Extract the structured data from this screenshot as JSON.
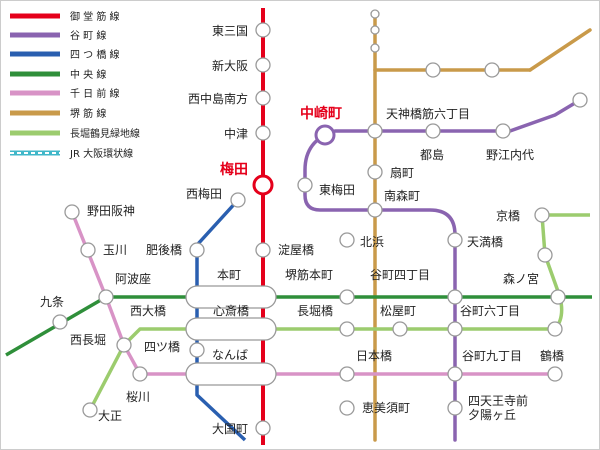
{
  "legend": [
    {
      "key": "midosuji",
      "label": "御 堂 筋 線",
      "color": "#e5001b"
    },
    {
      "key": "tanimachi",
      "label": "谷 町 線",
      "color": "#8a64b0"
    },
    {
      "key": "yotsubashi",
      "label": "四 つ 橋 線",
      "color": "#2a5fb0"
    },
    {
      "key": "chuo",
      "label": "中 央 線",
      "color": "#2f8f3a"
    },
    {
      "key": "sennichimae",
      "label": "千 日 前 線",
      "color": "#d893c6"
    },
    {
      "key": "sakaisuji",
      "label": "堺 筋 線",
      "color": "#c99a4a"
    },
    {
      "key": "nagahori",
      "label": "長堀鶴見緑地線",
      "color": "#9ccc6e"
    },
    {
      "key": "jr",
      "label": "JR 大阪環状線",
      "color": "#40b7c9"
    }
  ],
  "stations": {
    "higashimikuni": "東三国",
    "shinosaka": "新大阪",
    "nishinakajima": "西中島南方",
    "nakatsu": "中津",
    "umeda": "梅田",
    "nishiumeda": "西梅田",
    "higobashi": "肥後橋",
    "yodoyabashi": "淀屋橋",
    "honmachi": "本町",
    "sakaisujihonmachi": "堺筋本町",
    "tanimachiyonchome": "谷町四丁目",
    "morinomiya": "森ノ宮",
    "shinsaibashi": "心斎橋",
    "nagahoribashi": "長堀橋",
    "matsuyamachi": "松屋町",
    "tanimachirokuchome": "谷町六丁目",
    "namba": "なんば",
    "nipponbashi": "日本橋",
    "tanimachikyuchome": "谷町九丁目",
    "tsuruhashi": "鶴橋",
    "ebisucho": "恵美須町",
    "shitennoji": "四天王寺前\n夕陽ヶ丘",
    "daikokucho": "大国町",
    "nakazakicho": "中崎町",
    "tenjinbashi": "天神橋筋六丁目",
    "miyakojima": "都島",
    "noeuchindai": "野江内代",
    "ogimachi": "扇町",
    "higashiumeda": "東梅田",
    "minamimorimachi": "南森町",
    "kitahama": "北浜",
    "temmabashi": "天満橋",
    "kyobashi": "京橋",
    "nodahanshin": "野田阪神",
    "tamagawa": "玉川",
    "awaza": "阿波座",
    "kujo": "九条",
    "nishiohashi": "西大橋",
    "nishinagahori": "西長堀",
    "yotsubashi": "四ツ橋",
    "sakuragawa": "桜川",
    "taisho": "大正"
  }
}
